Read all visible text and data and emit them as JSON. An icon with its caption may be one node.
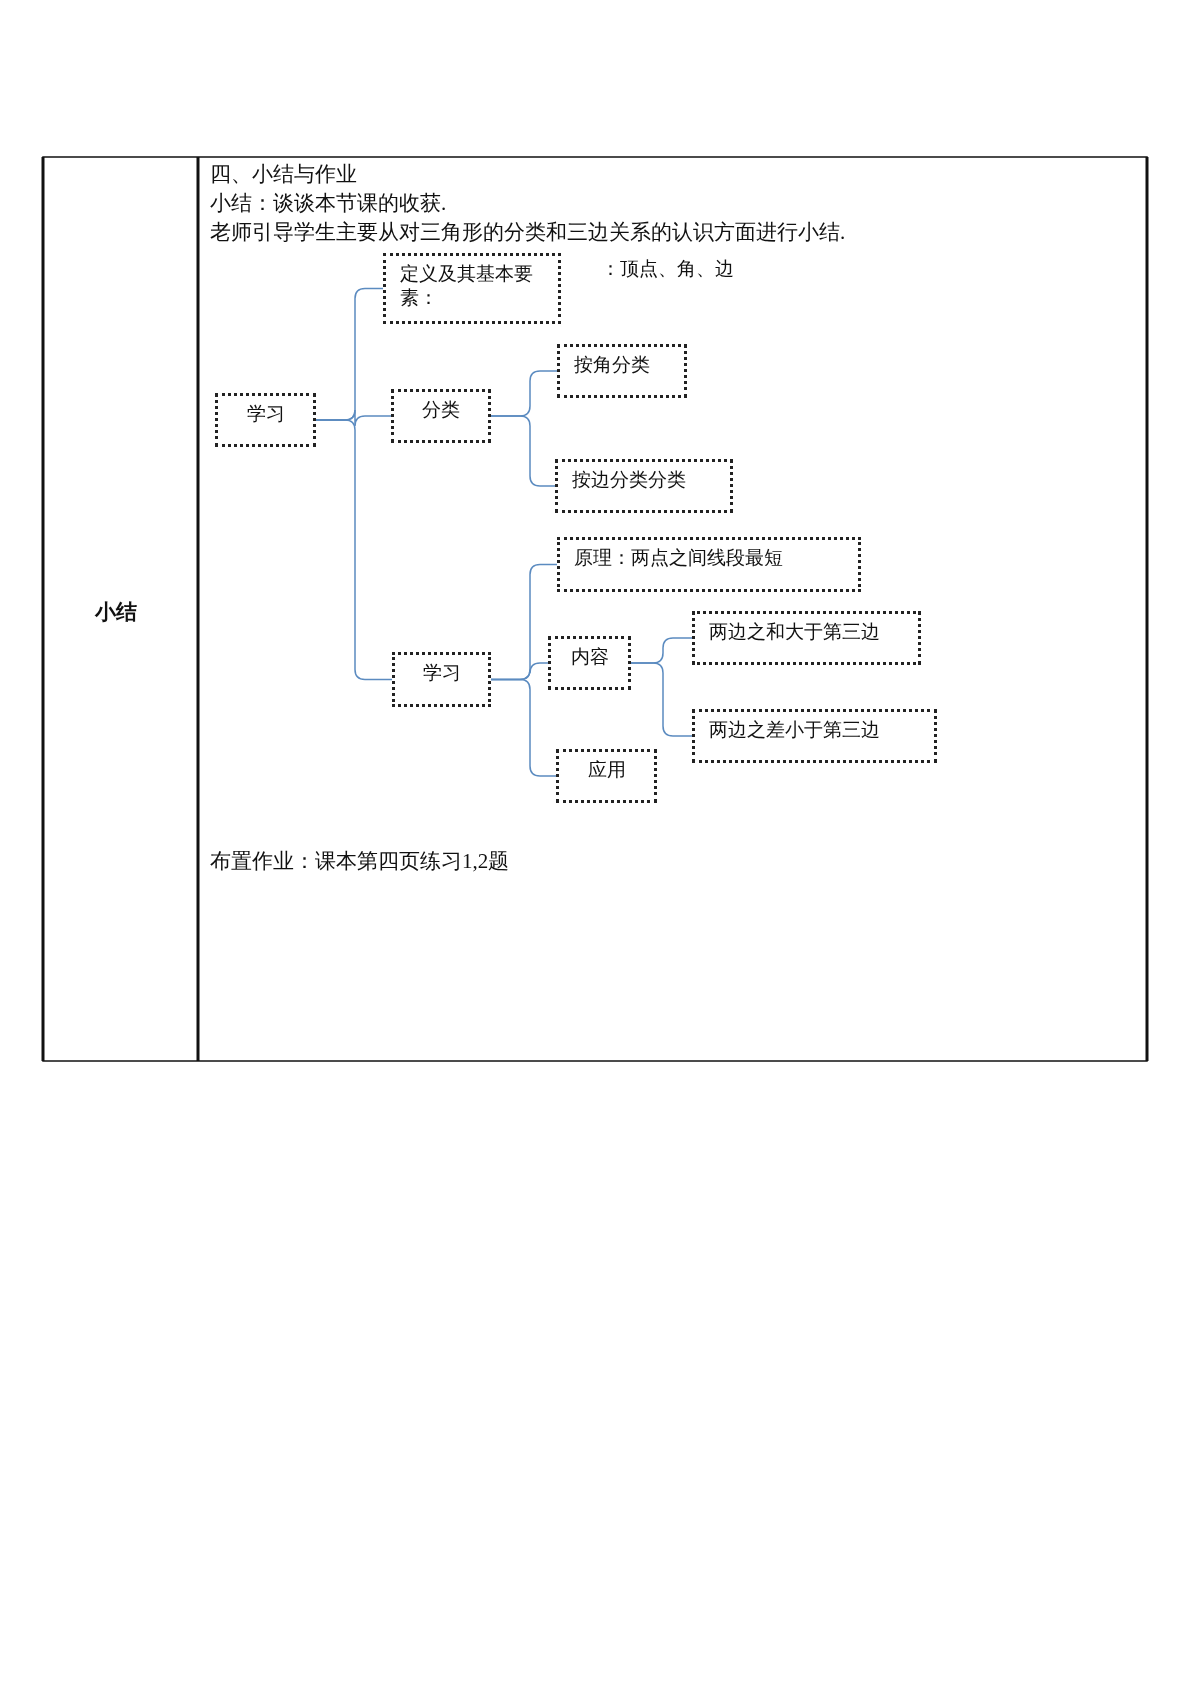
{
  "diagram": {
    "nodes": [
      {
        "text": [
          "学习"
        ]
      },
      {
        "text": [
          "定义及其基本要素："
        ],
        "beside": [
          "：顶点、角、边"
        ]
      },
      {
        "text": [
          "分类"
        ]
      },
      {
        "text": [
          "按角分类"
        ]
      },
      {
        "text": [
          "按边分类分类"
        ]
      },
      {
        "text": [
          "学习"
        ]
      },
      {
        "text": [
          "原理：两点之间线段最短"
        ]
      },
      {
        "text": [
          "内容"
        ]
      },
      {
        "text": [
          "两边之和大于第三边"
        ]
      },
      {
        "text": [
          "两边之差小于第三边"
        ]
      },
      {
        "text": [
          "应用"
        ]
      }
    ],
    "edges": [
      {
        "from": 0,
        "to": 1,
        "arrow": "none"
      },
      {
        "from": 0,
        "to": 2,
        "arrow": "none"
      },
      {
        "from": 0,
        "to": 5,
        "arrow": "none"
      },
      {
        "from": 2,
        "to": 3,
        "arrow": "none"
      },
      {
        "from": 2,
        "to": 4,
        "arrow": "none"
      },
      {
        "from": 5,
        "to": 6,
        "arrow": "none"
      },
      {
        "from": 5,
        "to": 7,
        "arrow": "none"
      },
      {
        "from": 5,
        "to": 10,
        "arrow": "none"
      },
      {
        "from": 7,
        "to": 8,
        "arrow": "none"
      },
      {
        "from": 7,
        "to": 9,
        "arrow": "none"
      }
    ],
    "labels": [
      "小结",
      "四、小结与作业",
      "小结：谈谈本节课的收获.",
      "老师引导学生主要从对三角形的分类和三边关系的认识方面进行小结.",
      "布置作业：课本第四页练习1,2题"
    ]
  }
}
